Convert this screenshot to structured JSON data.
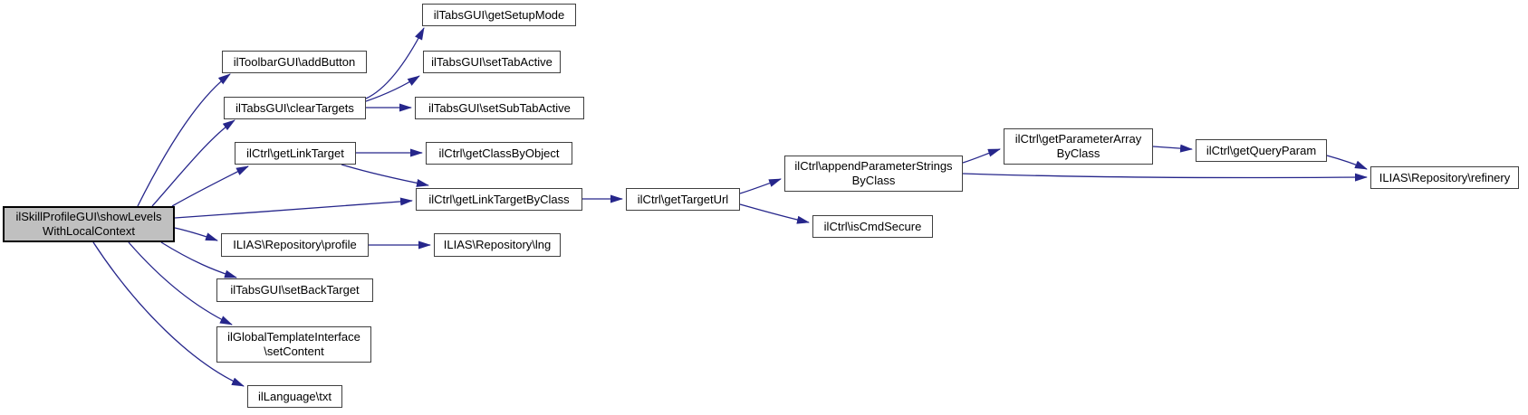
{
  "diagram_type": "call-graph",
  "colors": {
    "edge": "#26268b",
    "node_fill": "#ffffff",
    "node_border": "#3f3f3f",
    "highlight_fill": "#c0c0c0",
    "text": "#000000"
  },
  "nodes": {
    "main": {
      "label": "ilSkillProfileGUI\\showLevels\nWithLocalContext",
      "highlighted": true
    },
    "addButton": {
      "label": "ilToolbarGUI\\addButton"
    },
    "clearTargets": {
      "label": "ilTabsGUI\\clearTargets"
    },
    "getLinkTarget": {
      "label": "ilCtrl\\getLinkTarget"
    },
    "profile": {
      "label": "ILIAS\\Repository\\profile"
    },
    "setBackTarget": {
      "label": "ilTabsGUI\\setBackTarget"
    },
    "setContent": {
      "label": "ilGlobalTemplateInterface\n\\setContent"
    },
    "txt": {
      "label": "ilLanguage\\txt"
    },
    "getSetupMode": {
      "label": "ilTabsGUI\\getSetupMode"
    },
    "setTabActive": {
      "label": "ilTabsGUI\\setTabActive"
    },
    "setSubTabActive": {
      "label": "ilTabsGUI\\setSubTabActive"
    },
    "getClassByObject": {
      "label": "ilCtrl\\getClassByObject"
    },
    "getLinkTargetByClass": {
      "label": "ilCtrl\\getLinkTargetByClass"
    },
    "lng": {
      "label": "ILIAS\\Repository\\lng"
    },
    "getTargetUrl": {
      "label": "ilCtrl\\getTargetUrl"
    },
    "appendParameterStringsByClass": {
      "label": "ilCtrl\\appendParameterStrings\nByClass"
    },
    "isCmdSecure": {
      "label": "ilCtrl\\isCmdSecure"
    },
    "getParameterArrayByClass": {
      "label": "ilCtrl\\getParameterArray\nByClass"
    },
    "getQueryParam": {
      "label": "ilCtrl\\getQueryParam"
    },
    "refinery": {
      "label": "ILIAS\\Repository\\refinery"
    }
  },
  "edges": [
    {
      "from": "main",
      "to": "addButton"
    },
    {
      "from": "main",
      "to": "clearTargets"
    },
    {
      "from": "main",
      "to": "getLinkTarget"
    },
    {
      "from": "main",
      "to": "getLinkTargetByClass"
    },
    {
      "from": "main",
      "to": "profile"
    },
    {
      "from": "main",
      "to": "setBackTarget"
    },
    {
      "from": "main",
      "to": "setContent"
    },
    {
      "from": "main",
      "to": "txt"
    },
    {
      "from": "clearTargets",
      "to": "getSetupMode"
    },
    {
      "from": "clearTargets",
      "to": "setTabActive"
    },
    {
      "from": "clearTargets",
      "to": "setSubTabActive"
    },
    {
      "from": "getLinkTarget",
      "to": "getClassByObject"
    },
    {
      "from": "getLinkTarget",
      "to": "getLinkTargetByClass"
    },
    {
      "from": "getLinkTargetByClass",
      "to": "getTargetUrl"
    },
    {
      "from": "getTargetUrl",
      "to": "appendParameterStringsByClass"
    },
    {
      "from": "getTargetUrl",
      "to": "isCmdSecure"
    },
    {
      "from": "appendParameterStringsByClass",
      "to": "getParameterArrayByClass"
    },
    {
      "from": "appendParameterStringsByClass",
      "to": "refinery"
    },
    {
      "from": "getParameterArrayByClass",
      "to": "getQueryParam"
    },
    {
      "from": "getQueryParam",
      "to": "refinery"
    },
    {
      "from": "profile",
      "to": "lng"
    }
  ]
}
